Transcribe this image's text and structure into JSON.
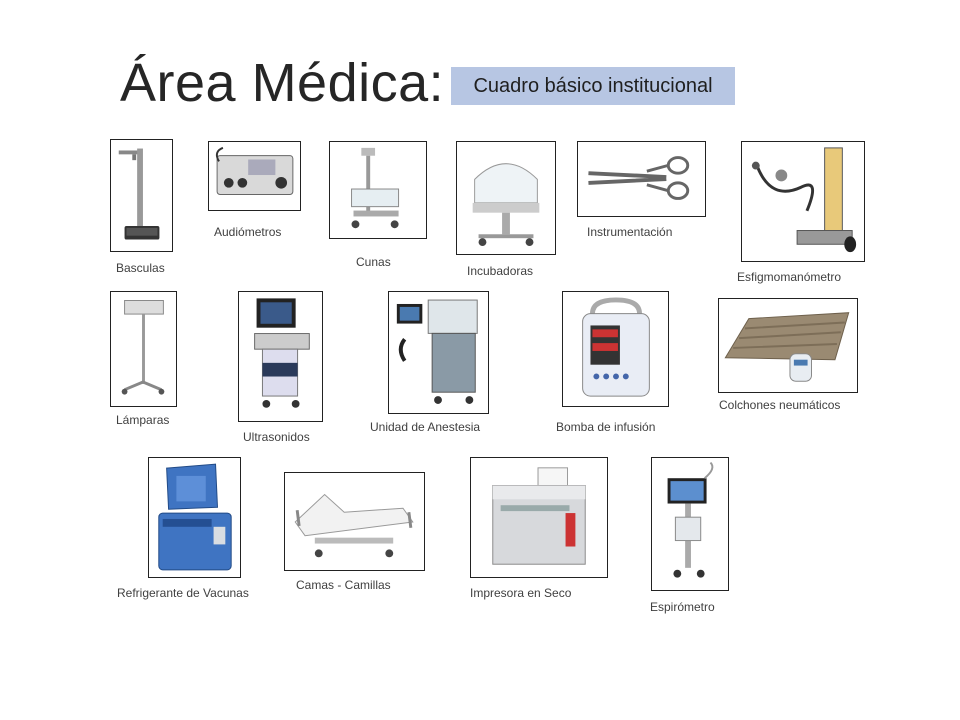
{
  "header": {
    "title": "Área Médica:",
    "badge": "Cuadro básico institucional"
  },
  "items": [
    {
      "label": "Basculas",
      "icon": "scale-icon"
    },
    {
      "label": "Audiómetros",
      "icon": "audiometer-icon"
    },
    {
      "label": "Cunas",
      "icon": "crib-icon"
    },
    {
      "label": "Incubadoras",
      "icon": "incubator-icon"
    },
    {
      "label": "Instrumentación",
      "icon": "forceps-icon"
    },
    {
      "label": "Esfigmomanómetro",
      "icon": "sphygmomanometer-icon"
    },
    {
      "label": "Lámparas",
      "icon": "lamp-icon"
    },
    {
      "label": "Ultrasonidos",
      "icon": "ultrasound-icon"
    },
    {
      "label": "Unidad de Anestesia",
      "icon": "anesthesia-unit-icon"
    },
    {
      "label": "Bomba de infusión",
      "icon": "infusion-pump-icon"
    },
    {
      "label": "Colchones neumáticos",
      "icon": "air-mattress-icon"
    },
    {
      "label": "Refrigerante de Vacunas",
      "icon": "vaccine-cooler-icon"
    },
    {
      "label": "Camas - Camillas",
      "icon": "hospital-bed-icon"
    },
    {
      "label": "Impresora en Seco",
      "icon": "dry-printer-icon"
    },
    {
      "label": "Espirómetro",
      "icon": "spirometer-icon"
    }
  ]
}
